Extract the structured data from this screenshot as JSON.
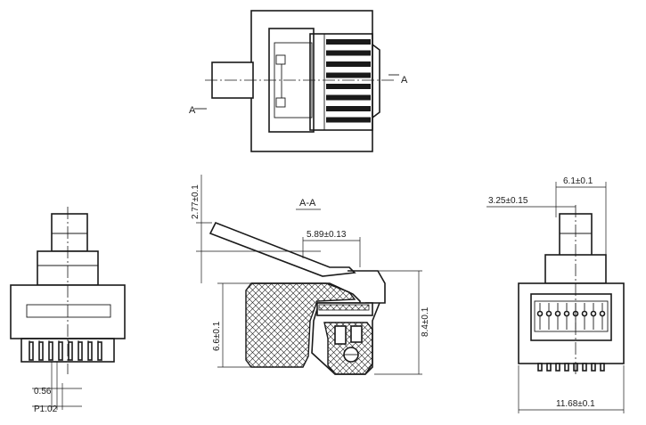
{
  "section_markers": {
    "left": "A",
    "right": "A"
  },
  "section_title": "A-A",
  "dimensions": {
    "latch_height": "2.77±0.1",
    "latch_offset": "5.89±0.13",
    "body_height": "6.6±0.1",
    "total_height": "8.4±0.1",
    "top_width": "6.1±0.1",
    "top_offset": "3.25±0.15",
    "bottom_width": "11.68±0.1",
    "pin_width": "0.56",
    "pin_pitch": "P1.02"
  },
  "colors": {
    "line": "#1a1a1a",
    "background": "#ffffff"
  }
}
